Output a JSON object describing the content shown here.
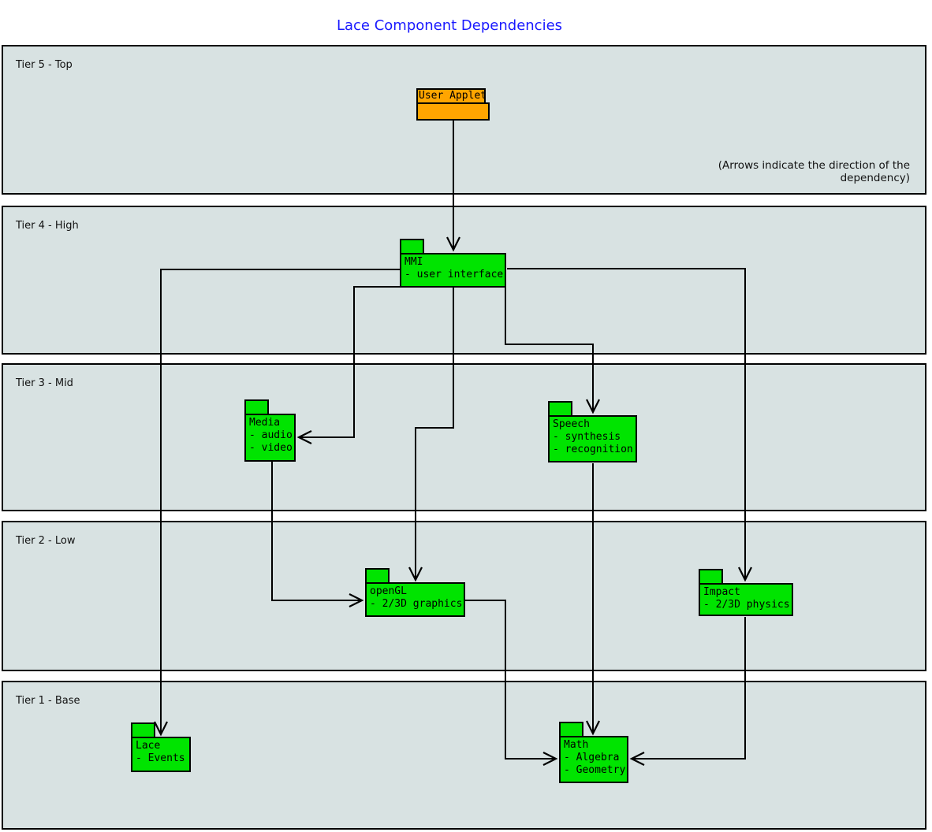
{
  "title": "Lace Component Dependencies",
  "annotation": "(Arrows indicate the direction of the dependency)",
  "colors": {
    "title": "#1a1aff",
    "tier_background": "#d8e2e2",
    "component_fill": "#00e400",
    "applet_fill": "#ffa500",
    "line": "#000000"
  },
  "tiers": [
    {
      "label": "Tier 5 - Top"
    },
    {
      "label": "Tier 4 - High"
    },
    {
      "label": "Tier 3 - Mid"
    },
    {
      "label": "Tier 2 - Low"
    },
    {
      "label": "Tier 1 - Base"
    }
  ],
  "components": [
    {
      "id": "user-applet",
      "name": "User Applet",
      "lines": [],
      "tier": "Tier 5 - Top"
    },
    {
      "id": "mmi",
      "name": "MMI",
      "lines": [
        "- user interface"
      ],
      "tier": "Tier 4 - High"
    },
    {
      "id": "media",
      "name": "Media",
      "lines": [
        "- audio",
        "- video"
      ],
      "tier": "Tier 3 - Mid"
    },
    {
      "id": "speech",
      "name": "Speech",
      "lines": [
        "- synthesis",
        "- recognition"
      ],
      "tier": "Tier 3 - Mid"
    },
    {
      "id": "opengl",
      "name": "openGL",
      "lines": [
        "- 2/3D graphics"
      ],
      "tier": "Tier 2 - Low"
    },
    {
      "id": "impact",
      "name": "Impact",
      "lines": [
        "- 2/3D physics"
      ],
      "tier": "Tier 2 - Low"
    },
    {
      "id": "lace",
      "name": "Lace",
      "lines": [
        "- Events"
      ],
      "tier": "Tier 1 - Base"
    },
    {
      "id": "math",
      "name": "Math",
      "lines": [
        "- Algebra",
        "- Geometry"
      ],
      "tier": "Tier 1 - Base"
    }
  ],
  "dependencies": [
    {
      "from": "User Applet",
      "to": "MMI"
    },
    {
      "from": "MMI",
      "to": "Lace"
    },
    {
      "from": "MMI",
      "to": "Media"
    },
    {
      "from": "MMI",
      "to": "openGL"
    },
    {
      "from": "MMI",
      "to": "Speech"
    },
    {
      "from": "MMI",
      "to": "Impact"
    },
    {
      "from": "Media",
      "to": "openGL"
    },
    {
      "from": "Speech",
      "to": "Math"
    },
    {
      "from": "openGL",
      "to": "Math"
    },
    {
      "from": "Impact",
      "to": "Math"
    }
  ]
}
